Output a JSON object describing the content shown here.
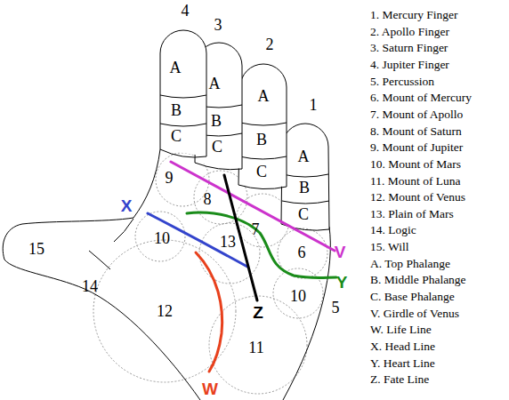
{
  "diagram": {
    "labels": [
      "4",
      "3",
      "2",
      "1",
      "A",
      "B",
      "C",
      "A",
      "B",
      "C",
      "A",
      "B",
      "C",
      "A",
      "B",
      "C",
      "9",
      "8",
      "7",
      "6",
      "10",
      "13",
      "10",
      "5",
      "15",
      "14",
      "12",
      "11",
      "X",
      "V",
      "Y",
      "Z",
      "W",
      "1. Mercury Finger",
      "2. Apollo Finger",
      "3. Saturn Finger",
      "4. Jupiter Finger",
      "5. Percussion",
      "6. Mount of Mercury",
      "7. Mount of Apollo",
      "8. Mount of Saturn",
      "9. Mount of Jupiter",
      "10. Mount of Mars",
      "11. Mount of Luna",
      "12. Mount of Venus",
      "13. Plain of Mars",
      "14. Logic",
      "15. Will",
      "A. Top Phalange",
      "B. Middle Phalange",
      "C. Base Phalange",
      "V. Girdle of Venus",
      "W. Life Line",
      "X. Head Line",
      "Y. Heart Line",
      "Z. Fate Line"
    ]
  }
}
